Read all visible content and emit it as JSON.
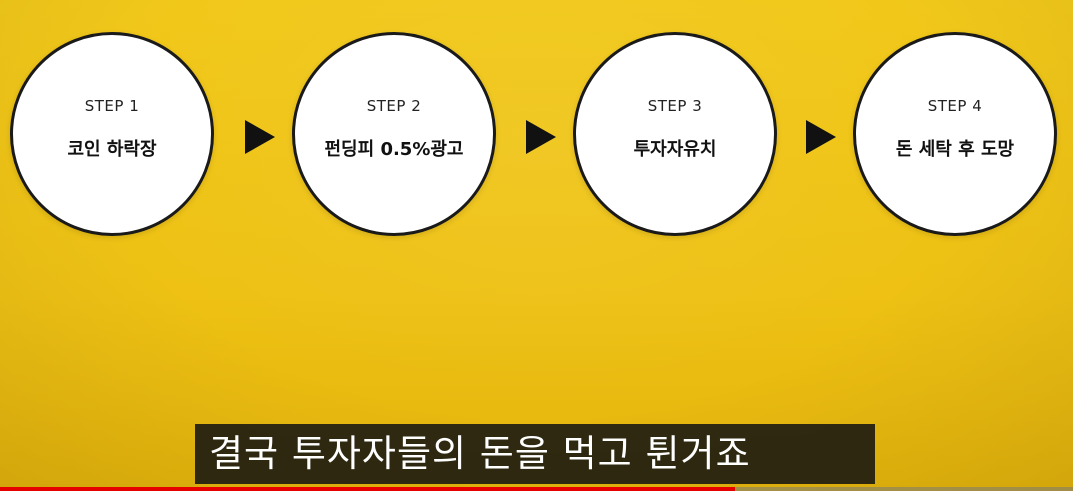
{
  "steps": [
    {
      "label": "STEP 1",
      "title": "코인 하락장"
    },
    {
      "label": "STEP 2",
      "title": "펀딩피 0.5%광고"
    },
    {
      "label": "STEP 3",
      "title": "투자자유치"
    },
    {
      "label": "STEP 4",
      "title": "돈 세탁 후 도망"
    }
  ],
  "subtitle": "결국 투자자들의 돈을 먹고 튄거죠",
  "video_progress": 0.685,
  "colors": {
    "background": "#f1c81a",
    "circle": "#ffffff",
    "arrow": "#111111",
    "progress": "#e60000"
  },
  "icons": [
    "arrow-right-icon"
  ]
}
